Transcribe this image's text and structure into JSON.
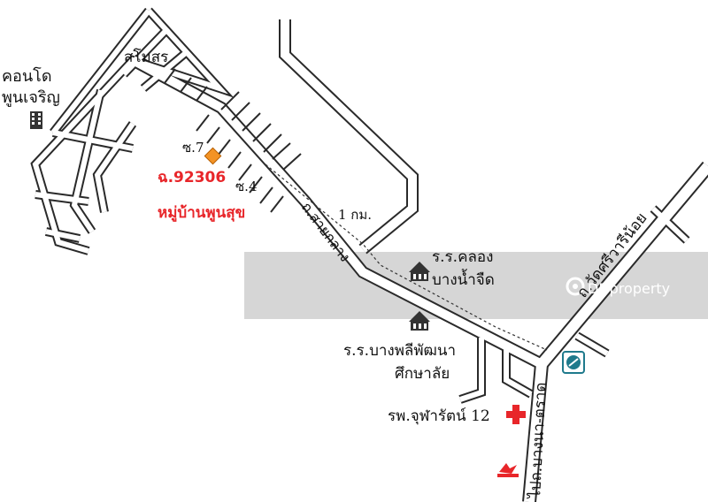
{
  "labels": {
    "samosorn": "สโมสร",
    "condo_line1": "คอนโด",
    "condo_line2": "พูนเจริญ",
    "soi7": "ซ.7",
    "soi4": "ซ.4",
    "deed": "ฉ.92306",
    "village": "หมู่บ้านพูนสุข",
    "distance": "1 กม.",
    "road_saiklang": "ถ.สายกลาง",
    "school1_line1": "ร.ร.คลอง",
    "school1_line2": "บางน้ำจืด",
    "school2_line1": "ร.ร.บางพลีพัฒนา",
    "school2_line2": "ศึกษาลัย",
    "hospital": "รพ.จุฬารัตน์ 12",
    "road_wat": "ถ.วัดศรีวารีน้อย",
    "road_bangna": "ไปถ.บางนา-ตราด",
    "watermark": "DDproperty"
  },
  "colors": {
    "road_outline": "#2a2a2a",
    "label_red": "#e8262a",
    "property_marker": "#f39325",
    "hospital_cross": "#e8262a",
    "banner": "#d2d2d2",
    "gas_station": "#1f7a8c"
  },
  "icons": {
    "condo": "building-icon",
    "school": "school-icon",
    "hospital": "red-cross-icon",
    "gas": "gas-station-icon",
    "honda": "honda-logo-icon",
    "property": "property-marker-icon"
  }
}
